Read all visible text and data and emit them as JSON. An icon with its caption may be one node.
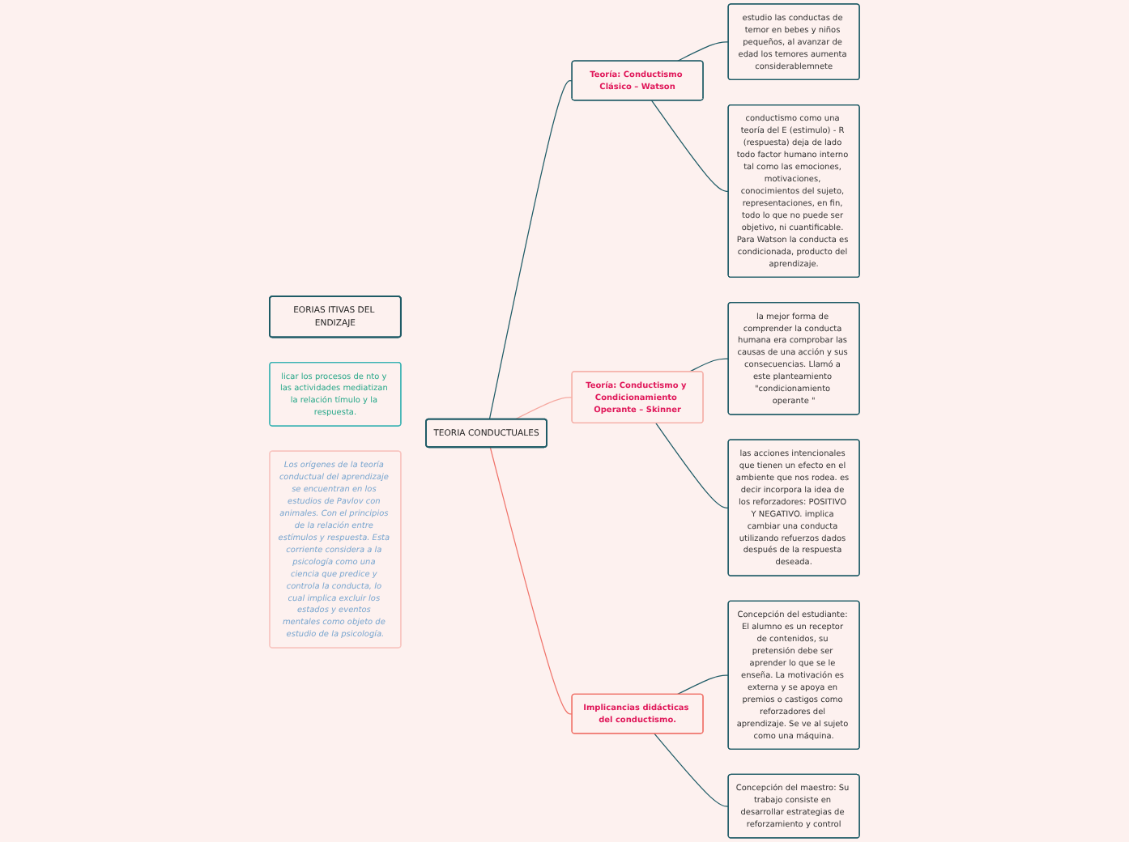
{
  "diagram": {
    "nodes": [
      {
        "text": [
          "EORIAS ITIVAS DEL ENDIZAJE"
        ]
      },
      {
        "text": [
          "licar los procesos de nto y las actividades mediatizan la relación tímulo y la respuesta."
        ]
      },
      {
        "text": [
          "TEORIA CONDUCTUALES"
        ]
      },
      {
        "text": [
          "Los orígenes de la teoría conductual del aprendizaje se encuentran en los estudios de Pavlov con animales. Con el principios de la relación entre estímulos y respuesta. Esta corriente considera a la psicología como una ciencia que predice y controla la conducta, lo cual implica excluir los estados y eventos mentales como objeto de estudio de la psicología."
        ]
      },
      {
        "text": [
          "Teoría: Conductismo Clásico – Watson"
        ]
      },
      {
        "text": [
          "estudio las conductas de temor en bebes y niños pequeños, al avanzar de edad los temores aumenta considerablemnete"
        ]
      },
      {
        "text": [
          "conductismo como una teoría del E (estimulo) - R (respuesta) deja de lado todo factor humano interno tal como las emociones, motivaciones, conocimientos del sujeto, representaciones, en fin, todo lo que no puede ser objetivo, ni cuantificable. Para Watson la conducta es condicionada, producto del aprendizaje."
        ]
      },
      {
        "text": [
          "Teoría: Conductismo y Condicionamiento Operante – Skinner"
        ]
      },
      {
        "text": [
          "la mejor forma de comprender la conducta humana era comprobar las causas de una acción y sus consecuencias. Llamó a este planteamiento \"condicionamiento operante \""
        ]
      },
      {
        "text": [
          "las acciones intencionales que tienen un efecto en el ambiente que nos rodea. es decir incorpora la idea de los reforzadores: POSITIVO Y NEGATIVO. implica cambiar una conducta utilizando refuerzos dados después de la respuesta deseada."
        ]
      },
      {
        "text": [
          "Implicancias didácticas del conductismo."
        ]
      },
      {
        "text": [
          "Concepción del estudiante: El alumno es un receptor de contenidos, su pretensión debe ser aprender lo que se le enseña. La motivación es externa y se apoya en premios o castigos como reforzadores del aprendizaje. Se ve al sujeto como una máquina."
        ]
      },
      {
        "text": [
          "Concepción del maestro: Su trabajo consiste en desarrollar estrategias de reforzamiento y control"
        ]
      }
    ],
    "edges": [
      {
        "from": 2,
        "to": 4,
        "arrow": "none"
      },
      {
        "from": 2,
        "to": 7,
        "arrow": "none",
        "color": "#f5a8a0"
      },
      {
        "from": 2,
        "to": 10,
        "arrow": "none",
        "color": "#f0736a"
      },
      {
        "from": 4,
        "to": 5,
        "arrow": "none"
      },
      {
        "from": 4,
        "to": 6,
        "arrow": "none"
      },
      {
        "from": 7,
        "to": 8,
        "arrow": "none"
      },
      {
        "from": 7,
        "to": 9,
        "arrow": "none"
      },
      {
        "from": 10,
        "to": 11,
        "arrow": "none"
      },
      {
        "from": 10,
        "to": 12,
        "arrow": "none"
      }
    ]
  }
}
